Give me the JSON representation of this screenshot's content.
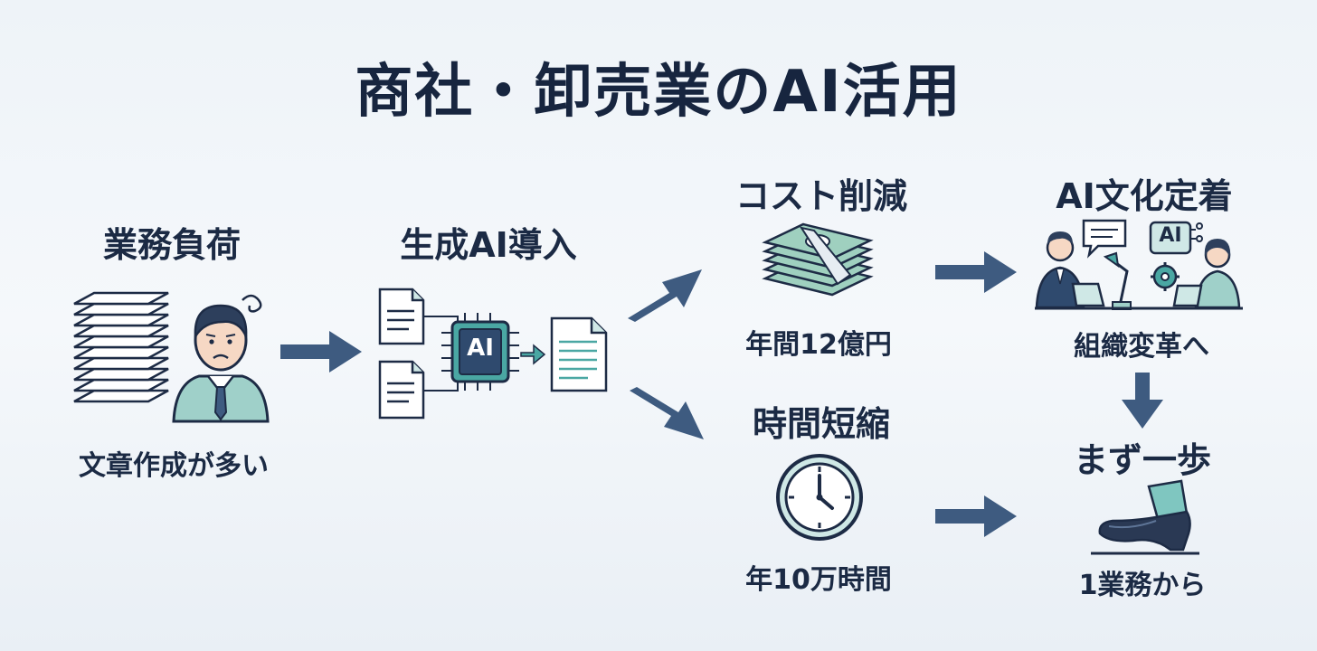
{
  "title": "商社・卸売業のAI活用",
  "steps": {
    "burden": {
      "heading": "業務負荷",
      "caption": "文章作成が多い"
    },
    "genai": {
      "heading": "生成AI導入",
      "chip_label": "AI"
    },
    "cost": {
      "heading": "コスト削減",
      "caption": "年間12億円"
    },
    "time": {
      "heading": "時間短縮",
      "caption": "年10万時間"
    },
    "culture": {
      "heading": "AI文化定着",
      "caption": "組織変革へ",
      "badge": "AI"
    },
    "firststep": {
      "heading": "まず一歩",
      "caption": "1業務から"
    }
  },
  "colors": {
    "navy": "#17253f",
    "arrow": "#3e5b80",
    "teal": "#4aa7a3",
    "light_teal": "#cfe8e6",
    "money_green": "#9fd0bf",
    "line": "#1d2b45"
  }
}
